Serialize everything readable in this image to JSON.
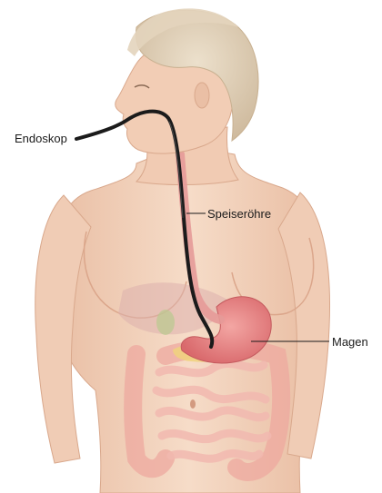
{
  "labels": {
    "endoscope": "Endoskop",
    "esophagus": "Speiseröhre",
    "stomach": "Magen"
  },
  "colors": {
    "skin": "#f3d3bd",
    "skin_shadow": "#e6b79c",
    "hair": "#dccbb3",
    "stomach": "#e58a8a",
    "intestine": "#f1b7ae",
    "liver": "#d9a8a8",
    "tube": "#1b1b1b",
    "leader_line": "#1a1a1a"
  }
}
